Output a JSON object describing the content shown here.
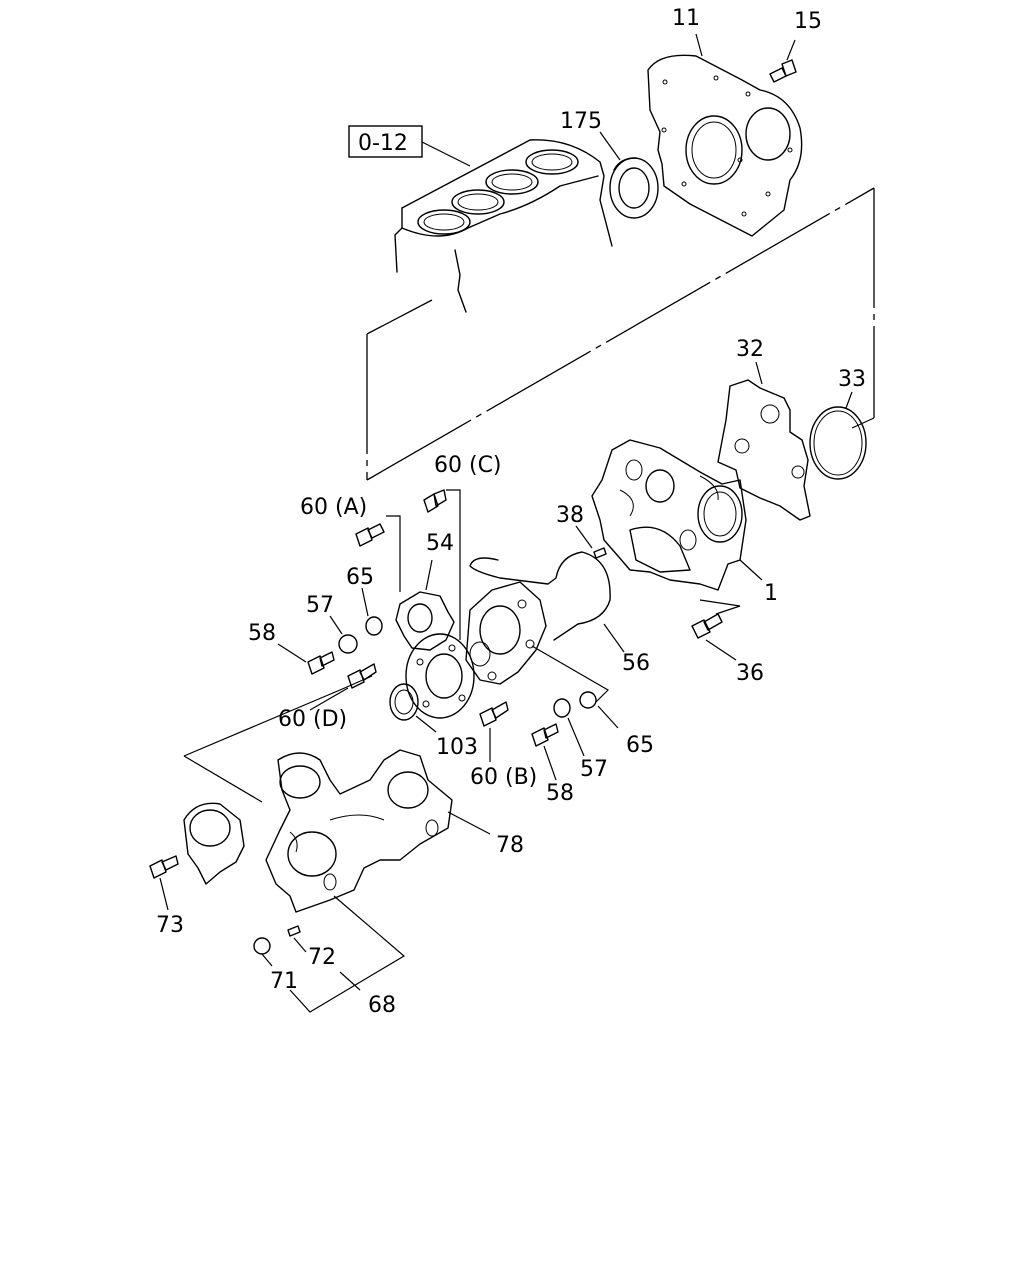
{
  "reference": "0-12",
  "labels": {
    "p11": "11",
    "p15": "15",
    "p175": "175",
    "p32": "32",
    "p33": "33",
    "p60c": "60 (C)",
    "p60a": "60 (A)",
    "p38": "38",
    "p54": "54",
    "p65a": "65",
    "p57a": "57",
    "p58a": "58",
    "p1": "1",
    "p36": "36",
    "p56": "56",
    "p60d": "60 (D)",
    "p103": "103",
    "p65b": "65",
    "p57b": "57",
    "p60b": "60 (B)",
    "p58b": "58",
    "p78": "78",
    "p73": "73",
    "p72": "72",
    "p71": "71",
    "p68": "68"
  }
}
